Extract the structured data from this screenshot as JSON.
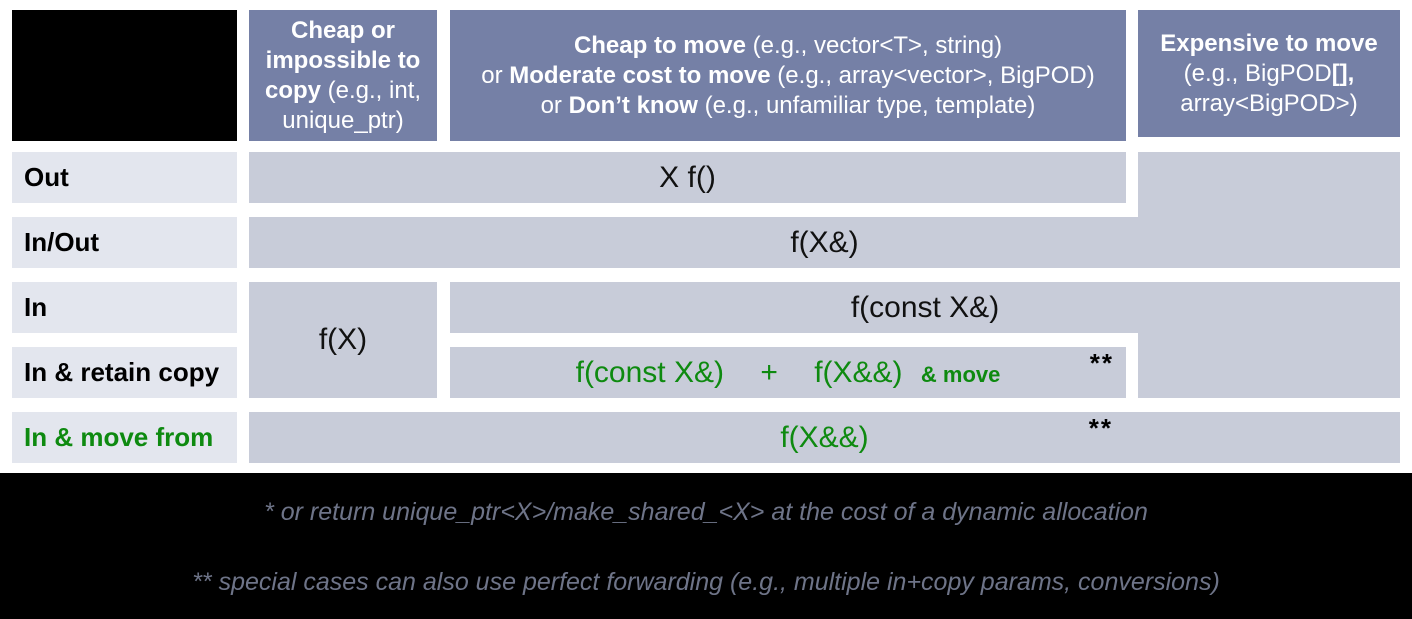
{
  "colors": {
    "header_bg": "#7580a6",
    "cell_bg": "#c8ccd9",
    "row_label_bg": "#e3e6ee",
    "green": "#0e8a10",
    "footnote_text": "#6e7488",
    "header_text": "#ffffff",
    "corner_bg": "#000000"
  },
  "header": {
    "col1": {
      "segments": [
        {
          "text": "Cheap or impossible to copy",
          "bold": true
        },
        {
          "text": " (e.g., int, unique_ptr)",
          "bold": false
        }
      ]
    },
    "col2": {
      "segments": [
        {
          "text": "Cheap to move",
          "bold": true
        },
        {
          "text": " (e.g., vector<T>, string)",
          "bold": false
        },
        {
          "text": "or ",
          "bold": false,
          "break_before": true
        },
        {
          "text": "Moderate cost to move",
          "bold": true
        },
        {
          "text": " (e.g., array<vector>, BigPOD)",
          "bold": false
        },
        {
          "text": "or ",
          "bold": false,
          "break_before": true
        },
        {
          "text": "Don’t know",
          "bold": true
        },
        {
          "text": " (e.g., unfamiliar type, template)",
          "bold": false
        }
      ]
    },
    "col3": {
      "segments": [
        {
          "text": "Expensive to move",
          "bold": true
        },
        {
          "text": "(e.g., BigPOD",
          "bold": false,
          "break_before": true
        },
        {
          "text": "[],",
          "bold": true
        },
        {
          "text": "array<BigPOD>)",
          "bold": false,
          "break_before": true
        }
      ]
    }
  },
  "rows": {
    "out": "Out",
    "inout": "In/Out",
    "in": "In",
    "retain": "In & retain copy",
    "movefrom": "In & move from"
  },
  "cells": {
    "out": "X f()",
    "inout": "f(X&)",
    "in_cheap": "f(X)",
    "in_default": "f(const X&)",
    "retain_first": "f(const X&)",
    "retain_plus": "+",
    "retain_second": "f(X&&)",
    "retain_suffix": "& move",
    "retain_footnote_mark": "**",
    "movefrom": "f(X&&)",
    "movefrom_footnote_mark": "**"
  },
  "footnotes": {
    "line1": "* or return unique_ptr<X>/make_shared_<X> at the cost of a dynamic allocation",
    "line2": "** special cases can also use perfect forwarding (e.g., multiple in+copy params, conversions)"
  }
}
